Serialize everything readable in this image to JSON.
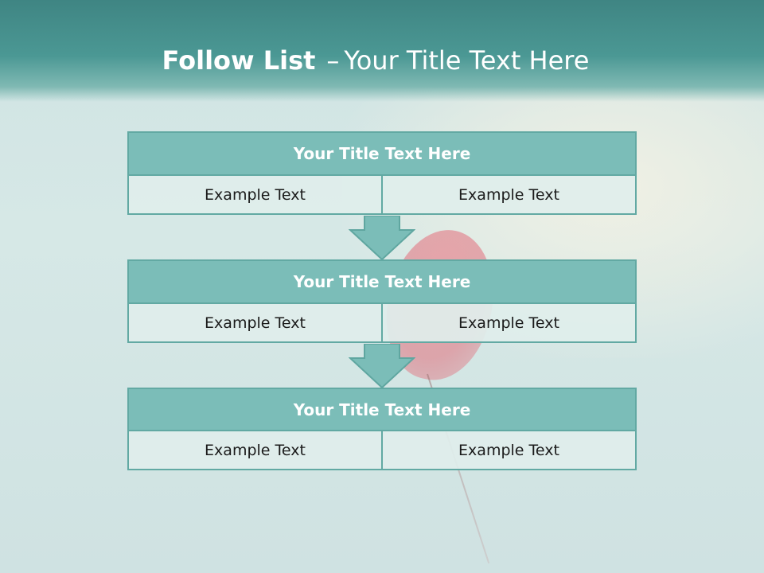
{
  "title": {
    "bold": "Follow List",
    "separator": "–",
    "rest": "Your Title Text Here"
  },
  "blocks": [
    {
      "title": "Your Title Text Here",
      "left": "Example Text",
      "right": "Example Text"
    },
    {
      "title": "Your Title Text Here",
      "left": "Example Text",
      "right": "Example Text"
    },
    {
      "title": "Your Title Text Here",
      "left": "Example Text",
      "right": "Example Text"
    }
  ],
  "colors": {
    "header": "#4b9894",
    "block_title": "#7bbdb8",
    "border": "#62a9a3",
    "cell": "#e0eeec",
    "arrow": "#7bbdb8"
  }
}
